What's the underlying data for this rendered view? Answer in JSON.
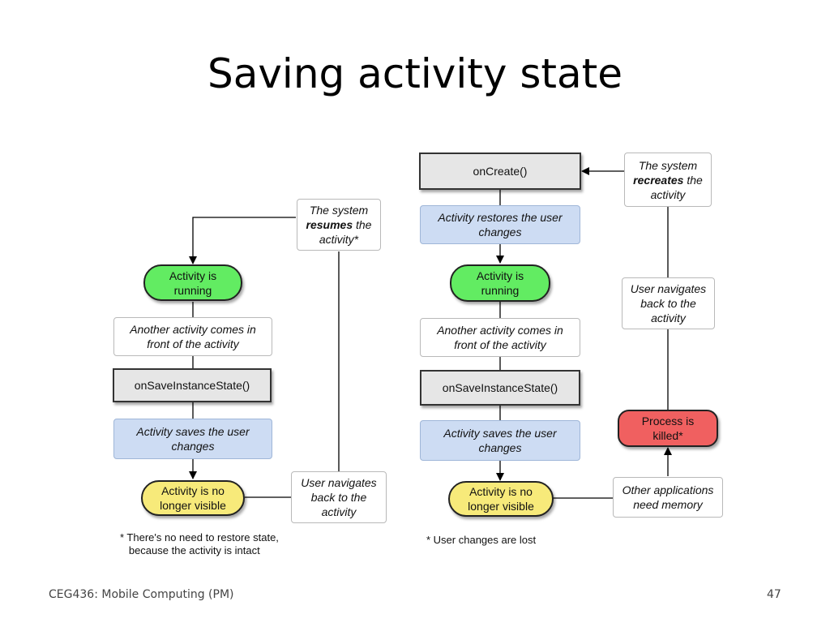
{
  "title": "Saving activity state",
  "left": {
    "resumes_pre": "The system",
    "resumes_bold": "resumes",
    "resumes_post1": "the",
    "resumes_post2": "activity*",
    "running": "Activity is running",
    "another": "Another activity comes in front of the activity",
    "onsave": "onSaveInstanceState()",
    "saves": "Activity saves the user changes",
    "not_visible": "Activity is no longer visible",
    "user_nav": "User navigates back to the activity",
    "note": "* There's no need to restore state,\n   because the activity is intact"
  },
  "right": {
    "oncreate": "onCreate()",
    "recreates_pre": "The system",
    "recreates_bold": "recreates",
    "recreates_post1": "the",
    "recreates_post2": "activity",
    "restores": "Activity restores the user changes",
    "running": "Activity is running",
    "another": "Another activity comes in front of the activity",
    "onsave": "onSaveInstanceState()",
    "saves": "Activity saves the user changes",
    "not_visible": "Activity is no longer visible",
    "user_nav": "User navigates back to the activity",
    "killed": "Process is killed*",
    "other_apps": "Other applications need memory",
    "note": "* User changes are lost"
  },
  "footer": {
    "course": "CEG436: Mobile Computing (PM)",
    "page": "47"
  },
  "colors": {
    "running": "#62ec62",
    "not_visible": "#f7ea7a",
    "killed": "#f06060",
    "saves": "#cddcf3",
    "method": "#e6e6e6"
  }
}
